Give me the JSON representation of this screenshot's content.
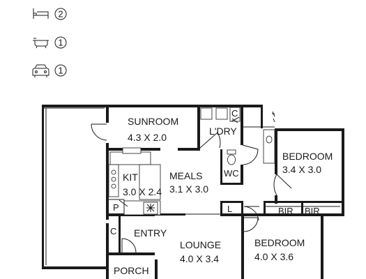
{
  "features": [
    {
      "icon": "bed-icon",
      "count": "2"
    },
    {
      "icon": "bath-icon",
      "count": "1"
    },
    {
      "icon": "car-icon",
      "count": "1"
    }
  ],
  "rooms": {
    "sunroom": {
      "name": "SUNROOM",
      "dims": "4.3 X 2.0"
    },
    "laundry": {
      "name": "L'DRY"
    },
    "bedroom_1": {
      "name": "BEDROOM",
      "dims": "3.4 X 3.0"
    },
    "kitchen": {
      "name": "KIT",
      "dims": "3.0 X 2.4"
    },
    "meals": {
      "name": "MEALS",
      "dims": "3.1 X 3.0"
    },
    "wc": {
      "name": "WC"
    },
    "pantry": {
      "name": "P"
    },
    "linen": {
      "name": "L"
    },
    "bir_1": {
      "name": "BIR"
    },
    "bir_2": {
      "name": "BIR"
    },
    "coat_c_top": {
      "name": "C"
    },
    "coat_c_entry": {
      "name": "C"
    },
    "entry": {
      "name": "ENTRY"
    },
    "lounge": {
      "name": "LOUNGE",
      "dims": "4.0 X 3.4"
    },
    "bedroom_2": {
      "name": "BEDROOM",
      "dims": "4.0 X 3.6"
    },
    "porch": {
      "name": "PORCH"
    }
  }
}
